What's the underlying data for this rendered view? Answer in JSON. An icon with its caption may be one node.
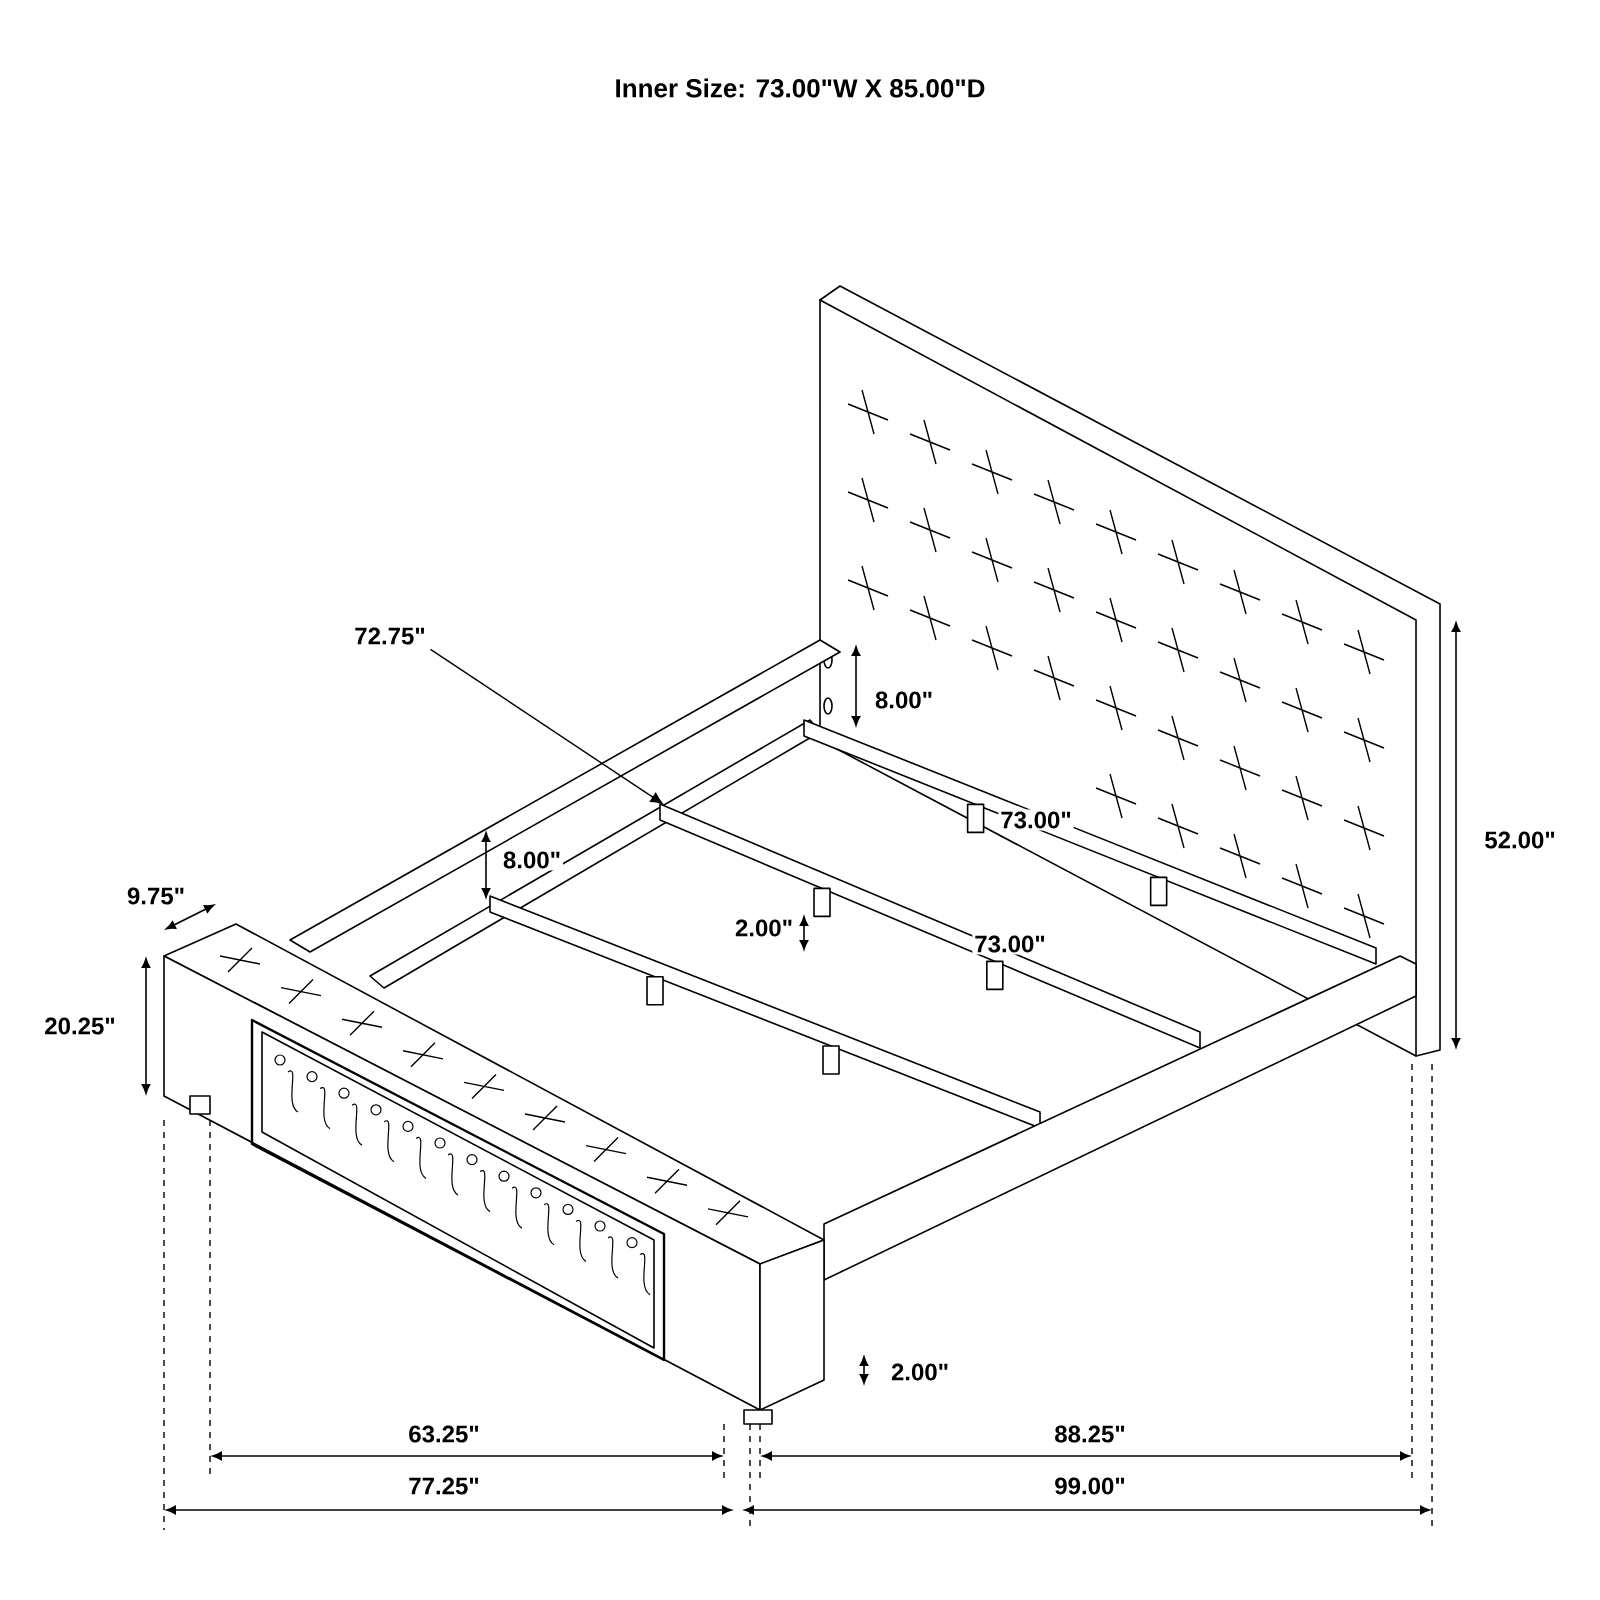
{
  "diagram": {
    "title": "Inner Size: 73.00\"W X 85.00\"D",
    "nodes": [
      {
        "text": [
          "72.75\""
        ]
      },
      {
        "text": [],
        "shape": "bar"
      }
    ],
    "edges": [
      {
        "from": 0,
        "to": 1,
        "arrow": "to"
      }
    ],
    "labels": [
      "8.00\"",
      "73.00\"",
      "52.00\"",
      "8.00\"",
      "9.75\"",
      "2.00\"",
      "73.00\"",
      "20.25\"",
      "2.00\"",
      "63.25\"",
      "88.25\"",
      "77.25\"",
      "99.00\""
    ]
  }
}
